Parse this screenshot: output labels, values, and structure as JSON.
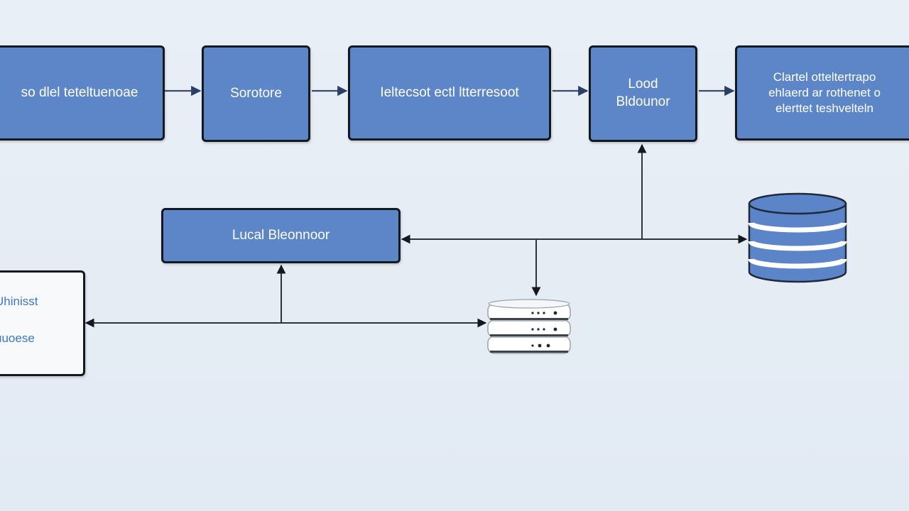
{
  "diagram": {
    "nodes": [
      {
        "id": "n1",
        "lines": [
          "so dlel teteltuenoae"
        ]
      },
      {
        "id": "n2",
        "lines": [
          "Sorotore"
        ]
      },
      {
        "id": "n3",
        "lines": [
          "Ieltecsot ectl ltterresoot"
        ]
      },
      {
        "id": "n4",
        "lines": [
          "Lood",
          "Bldounor"
        ]
      },
      {
        "id": "n5",
        "lines": [
          "Clartel otteltertrapo",
          "ehlaerd ar rothenet o",
          "elerttet teshvelteln"
        ]
      },
      {
        "id": "n6",
        "lines": [
          "Lucal Bleonnoor"
        ]
      },
      {
        "id": "n7",
        "lines": [
          "Uhinisst",
          "uuoese"
        ]
      }
    ],
    "colors": {
      "node_fill": "#5d86c8",
      "node_border": "#14191f",
      "light_fill": "#f8f9fb",
      "light_text": "#3a79c9",
      "edge": "#2a3540",
      "edge_head": "#2a3e66",
      "db_blue": "#5b84c9",
      "background": "#e6edf5"
    },
    "icons": [
      "database-cylinder-icon",
      "server-stack-icon"
    ]
  }
}
